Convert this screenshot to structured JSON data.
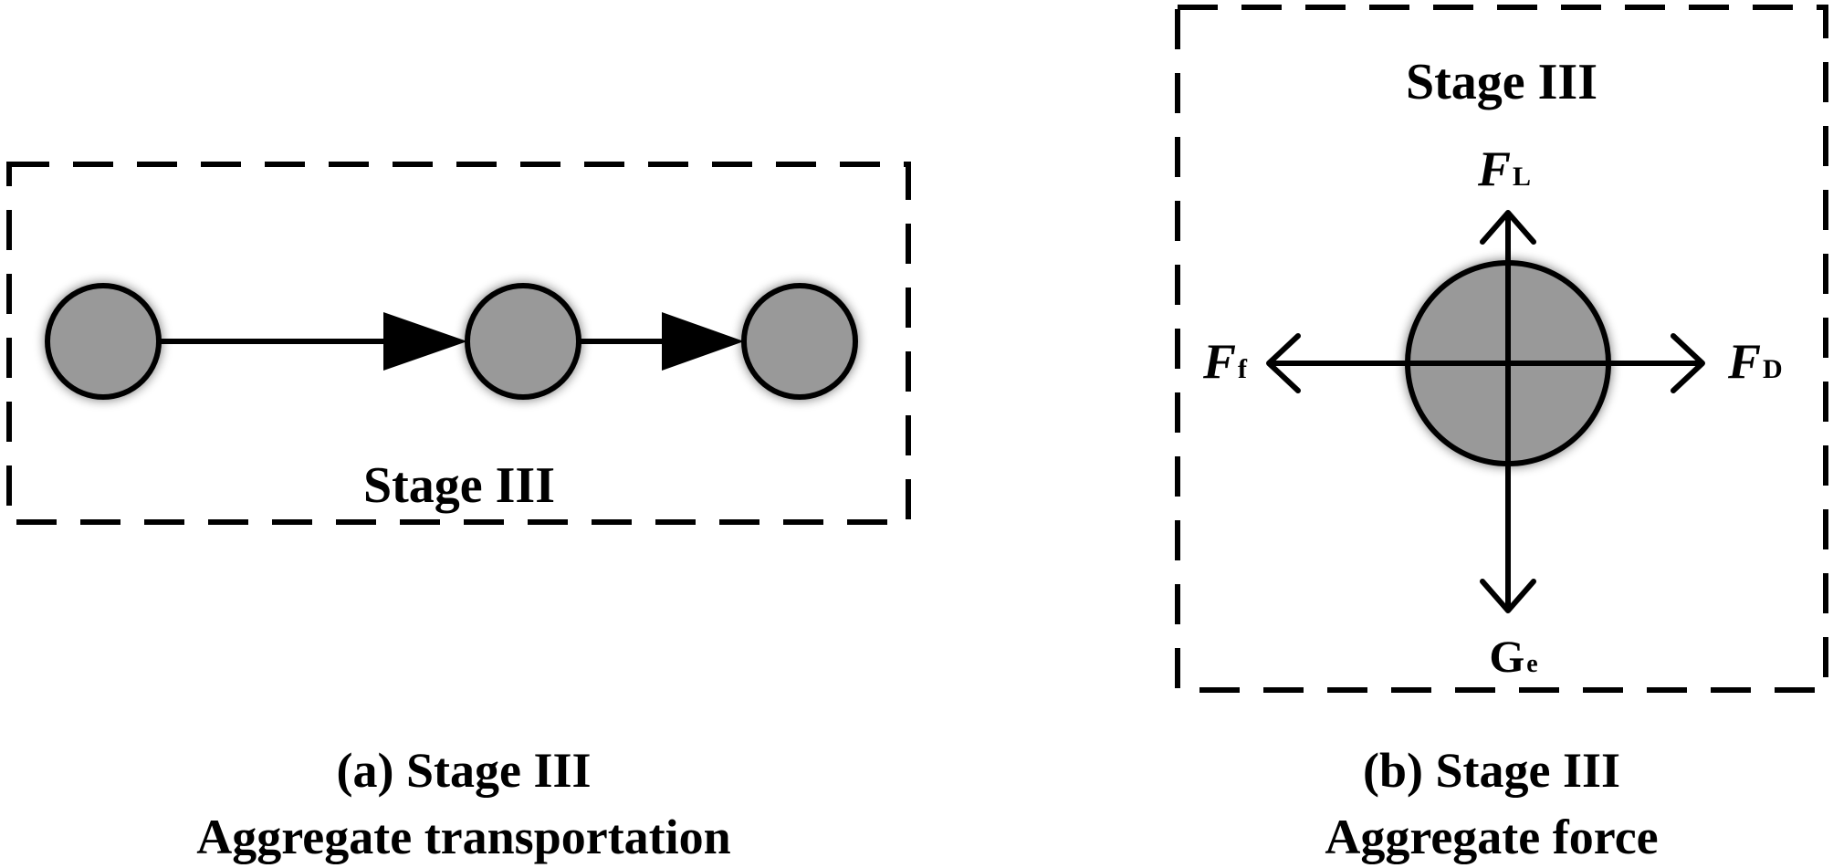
{
  "panel_a": {
    "stage_label": "Stage III",
    "caption_line1": "(a) Stage III",
    "caption_line2": "Aggregate transportation"
  },
  "panel_b": {
    "stage_label": "Stage III",
    "caption_line1": "(b) Stage III",
    "caption_line2": "Aggregate force",
    "forces": {
      "lift": {
        "symbol": "F",
        "subscript": "L"
      },
      "drag": {
        "symbol": "F",
        "subscript": "D"
      },
      "friction": {
        "symbol": "F",
        "subscript": "f"
      },
      "gravity": {
        "symbol": "G",
        "subscript": "e"
      }
    }
  },
  "colors": {
    "particle_fill": "#999999",
    "stroke": "#000000",
    "background": "#ffffff"
  }
}
